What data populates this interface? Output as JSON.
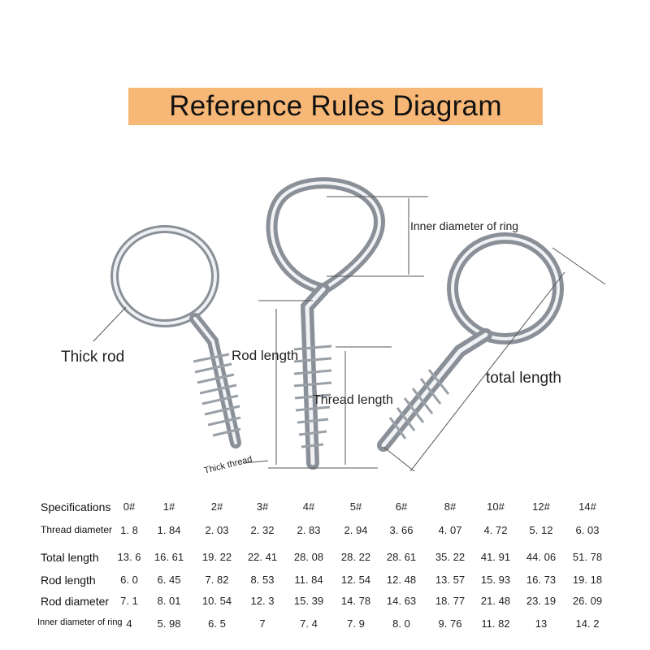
{
  "title": "Reference Rules Diagram",
  "labels": {
    "thick_rod": "Thick rod",
    "thick_thread": "Thick thread",
    "rod_length": "Rod length",
    "thread_length": "Thread length",
    "inner_diameter": "Inner diameter of ring",
    "total_length": "total length"
  },
  "colors": {
    "title_bg": "#f7b877",
    "metal_dark": "#7a7f86",
    "metal_light": "#e9ecef"
  },
  "table": {
    "header": {
      "name": "Specifications",
      "values": [
        "0#",
        "1#",
        "2#",
        "3#",
        "4#",
        "5#",
        "6#",
        "8#",
        "10#",
        "12#",
        "14#"
      ]
    },
    "rows": [
      {
        "name": "Thread diameter",
        "values": [
          "1. 8",
          "1. 84",
          "2. 03",
          "2. 32",
          "2. 83",
          "2. 94",
          "3. 66",
          "4. 07",
          "4. 72",
          "5. 12",
          "6. 03"
        ]
      },
      {
        "name": "Total length",
        "values": [
          "13. 6",
          "16. 61",
          "19. 22",
          "22. 41",
          "28. 08",
          "28. 22",
          "28. 61",
          "35. 22",
          "41. 91",
          "44. 06",
          "51. 78"
        ]
      },
      {
        "name": "Rod length",
        "values": [
          "6. 0",
          "6. 45",
          "7. 82",
          "8. 53",
          "11. 84",
          "12. 54",
          "12. 48",
          "13. 57",
          "15. 93",
          "16. 73",
          "19. 18"
        ]
      },
      {
        "name": "Rod diameter",
        "values": [
          "7. 1",
          "8. 01",
          "10. 54",
          "12. 3",
          "15. 39",
          "14. 78",
          "14. 63",
          "18. 77",
          "21. 48",
          "23. 19",
          "26. 09"
        ]
      },
      {
        "name": "Inner diameter of ring",
        "values": [
          "4",
          "5. 98",
          "6. 5",
          "7",
          "7. 4",
          "7. 9",
          "8. 0",
          "9. 76",
          "11. 82",
          "13",
          "14. 2"
        ]
      }
    ]
  }
}
